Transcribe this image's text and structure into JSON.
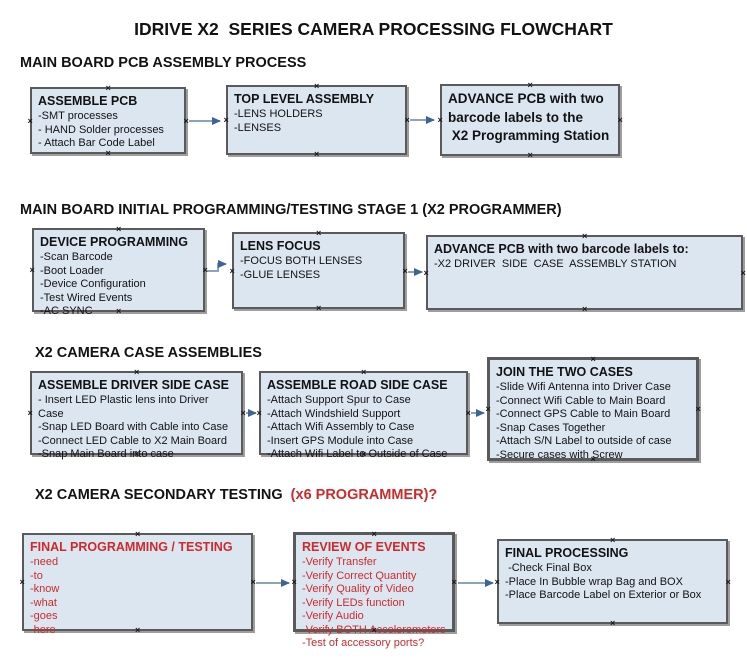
{
  "title": "IDRIVE X2  SERIES CAMERA PROCESSING FLOWCHART",
  "colors": {
    "box_fill": "#dce6f1",
    "box_border": "#5a5a5a",
    "arrow_line": "#8aa4c0",
    "arrow_head": "#3e6497",
    "red_text": "#cc2b2b",
    "black_text": "#121212"
  },
  "handle_glyph": "×",
  "sections": [
    {
      "heading": "MAIN BOARD PCB ASSEMBLY PROCESS",
      "boxes": [
        {
          "title": "ASSEMBLE PCB",
          "items": [
            "-SMT processes",
            "- HAND Solder processes",
            "- Attach Bar Code Label"
          ]
        },
        {
          "title": "TOP LEVEL ASSEMBLY",
          "items": [
            "-LENS HOLDERS",
            "-LENSES"
          ]
        },
        {
          "text": "ADVANCE PCB with two\nbarcode labels to the\n X2 Programming Station"
        }
      ]
    },
    {
      "heading": "MAIN BOARD INITIAL PROGRAMMING/TESTING STAGE 1 (X2 PROGRAMMER)",
      "boxes": [
        {
          "title": "DEVICE PROGRAMMING",
          "items": [
            "-Scan Barcode",
            "-Boot Loader",
            "-Device Configuration",
            "-Test Wired Events",
            "-AC SYNC"
          ]
        },
        {
          "title": "LENS FOCUS",
          "items": [
            "-FOCUS BOTH LENSES",
            "-GLUE LENSES"
          ]
        },
        {
          "title": "ADVANCE PCB with two barcode labels to:",
          "items": [
            "-X2 DRIVER  SIDE  CASE  ASSEMBLY STATION"
          ]
        }
      ]
    },
    {
      "heading": "X2 CAMERA CASE ASSEMBLIES",
      "boxes": [
        {
          "title": "ASSEMBLE DRIVER SIDE CASE",
          "items": [
            "- Insert LED Plastic lens into Driver Case",
            "-Snap LED Board with Cable into Case",
            "-Connect LED Cable to X2 Main Board",
            "-Snap Main Board into case"
          ]
        },
        {
          "title": "ASSEMBLE ROAD SIDE CASE",
          "items": [
            "-Attach Support Spur to Case",
            "-Attach Windshield Support",
            "-Attach Wifi Assembly to Case",
            "-Insert GPS Module into Case",
            "-Attach Wifi Label to Outside of Case"
          ]
        },
        {
          "title": "JOIN THE TWO CASES",
          "items": [
            "-Slide Wifi Antenna into Driver Case",
            "-Connect Wifi Cable to Main Board",
            "-Connect GPS Cable to Main Board",
            "-Snap Cases Together",
            "-Attach S/N Label to outside of case",
            "-Secure cases with Screw"
          ]
        }
      ]
    },
    {
      "heading": "X2 CAMERA SECONDARY TESTING  ",
      "heading_red": "(x6 PROGRAMMER)?",
      "boxes": [
        {
          "title": "FINAL PROGRAMMING / TESTING",
          "items": [
            "-need",
            "-to",
            "-know",
            "-what",
            "-goes",
            "-here"
          ]
        },
        {
          "title": "REVIEW OF EVENTS",
          "items": [
            "-Verify Transfer",
            "-Verify Correct Quantity",
            "-Verify Quality of Video",
            "-Verify LEDs function",
            "-Verify Audio",
            "-Verify BOTH Accelerometers",
            "-Test of accessory ports?"
          ]
        },
        {
          "title": "FINAL PROCESSING",
          "items": [
            " -Check Final Box",
            "-Place In Bubble wrap Bag and BOX",
            "-Place Barcode Label on Exterior or Box"
          ]
        }
      ]
    }
  ]
}
